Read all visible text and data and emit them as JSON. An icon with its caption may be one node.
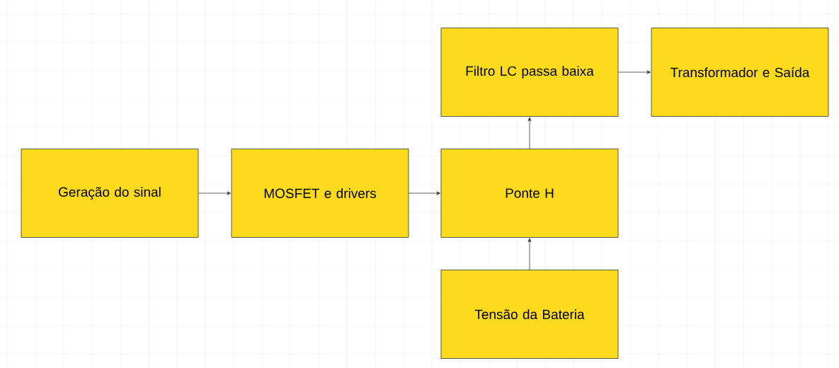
{
  "diagram": {
    "nodes": [
      {
        "text": [
          "Filtro LC passa baixa"
        ]
      },
      {
        "text": [
          "Transformador e Saída"
        ]
      },
      {
        "text": [
          "Geração do sinal"
        ]
      },
      {
        "text": [
          "MOSFET e drivers"
        ]
      },
      {
        "text": [
          "Ponte H"
        ]
      },
      {
        "text": [
          "Tensão da Bateria"
        ]
      }
    ],
    "edges": [
      {
        "from": 2,
        "to": 3,
        "arrow": "to"
      },
      {
        "from": 3,
        "to": 4,
        "arrow": "to"
      },
      {
        "from": 4,
        "to": 0,
        "arrow": "to"
      },
      {
        "from": 0,
        "to": 1,
        "arrow": "to"
      },
      {
        "from": 5,
        "to": 4,
        "arrow": "to"
      }
    ]
  }
}
